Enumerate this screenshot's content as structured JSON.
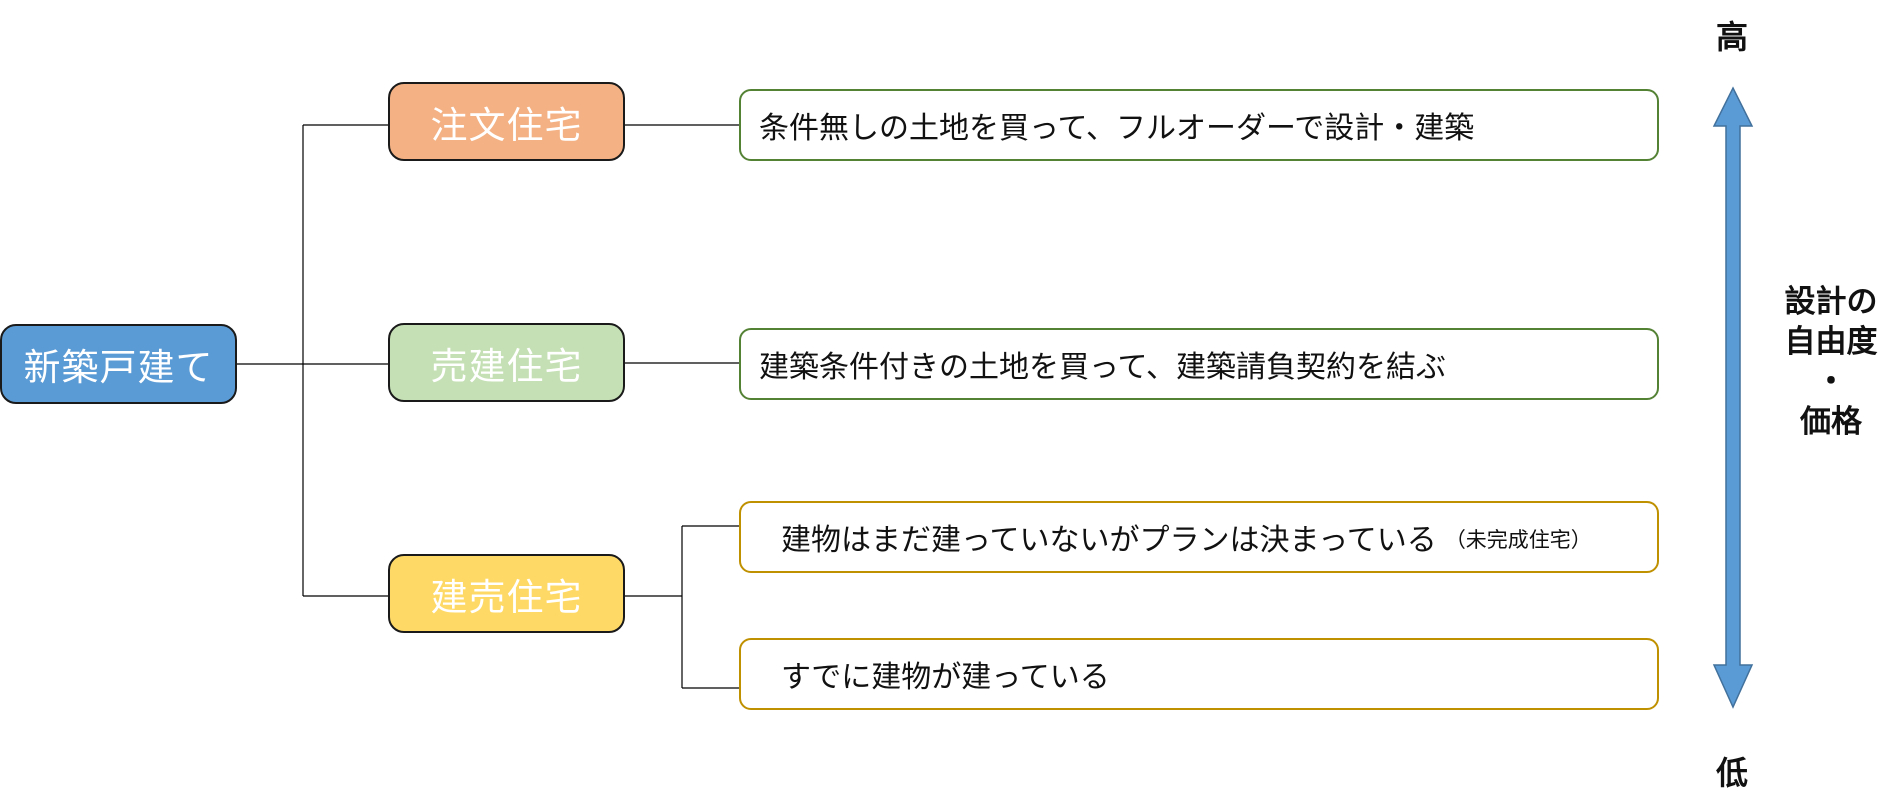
{
  "root": {
    "label": "新築戸建て",
    "color": "#5b9bd5"
  },
  "categories": [
    {
      "label": "注文住宅",
      "color": "#f4b183"
    },
    {
      "label": "売建住宅",
      "color": "#c5e0b4"
    },
    {
      "label": "建売住宅",
      "color": "#ffd966"
    }
  ],
  "descriptions": [
    {
      "text": "条件無しの土地を買って、フルオーダーで設計・建築",
      "border_color": "#548235"
    },
    {
      "text": "建築条件付きの土地を買って、建築請負契約を結ぶ",
      "border_color": "#548235"
    },
    {
      "text": "建物はまだ建っていないがプランは決まっている",
      "note": "（未完成住宅）",
      "border_color": "#bf9000"
    },
    {
      "text": "すでに建物が建っている",
      "border_color": "#bf9000"
    }
  ],
  "scale": {
    "high": "高",
    "low": "低",
    "caption_line1": "設計の",
    "caption_line2": "自由度",
    "caption_line3": "・",
    "caption_line4": "価格",
    "arrow_color": "#5b9bd5"
  }
}
